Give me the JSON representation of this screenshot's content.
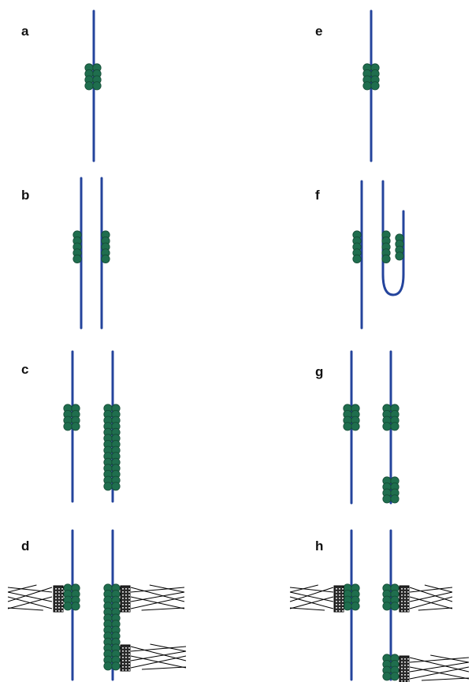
{
  "panels": [
    {
      "id": "a",
      "label": "a"
    },
    {
      "id": "b",
      "label": "b"
    },
    {
      "id": "c",
      "label": "c"
    },
    {
      "id": "d",
      "label": "d"
    },
    {
      "id": "e",
      "label": "e"
    },
    {
      "id": "f",
      "label": "f"
    },
    {
      "id": "g",
      "label": "g"
    },
    {
      "id": "h",
      "label": "h"
    }
  ],
  "colors": {
    "dna": "#24449c",
    "nucleosome": "#1f6e4e",
    "nucleosome_edge": "#144a34",
    "box_fill": "#2a2a2a",
    "box_dots": "#dddddd",
    "filament": "#000000"
  }
}
